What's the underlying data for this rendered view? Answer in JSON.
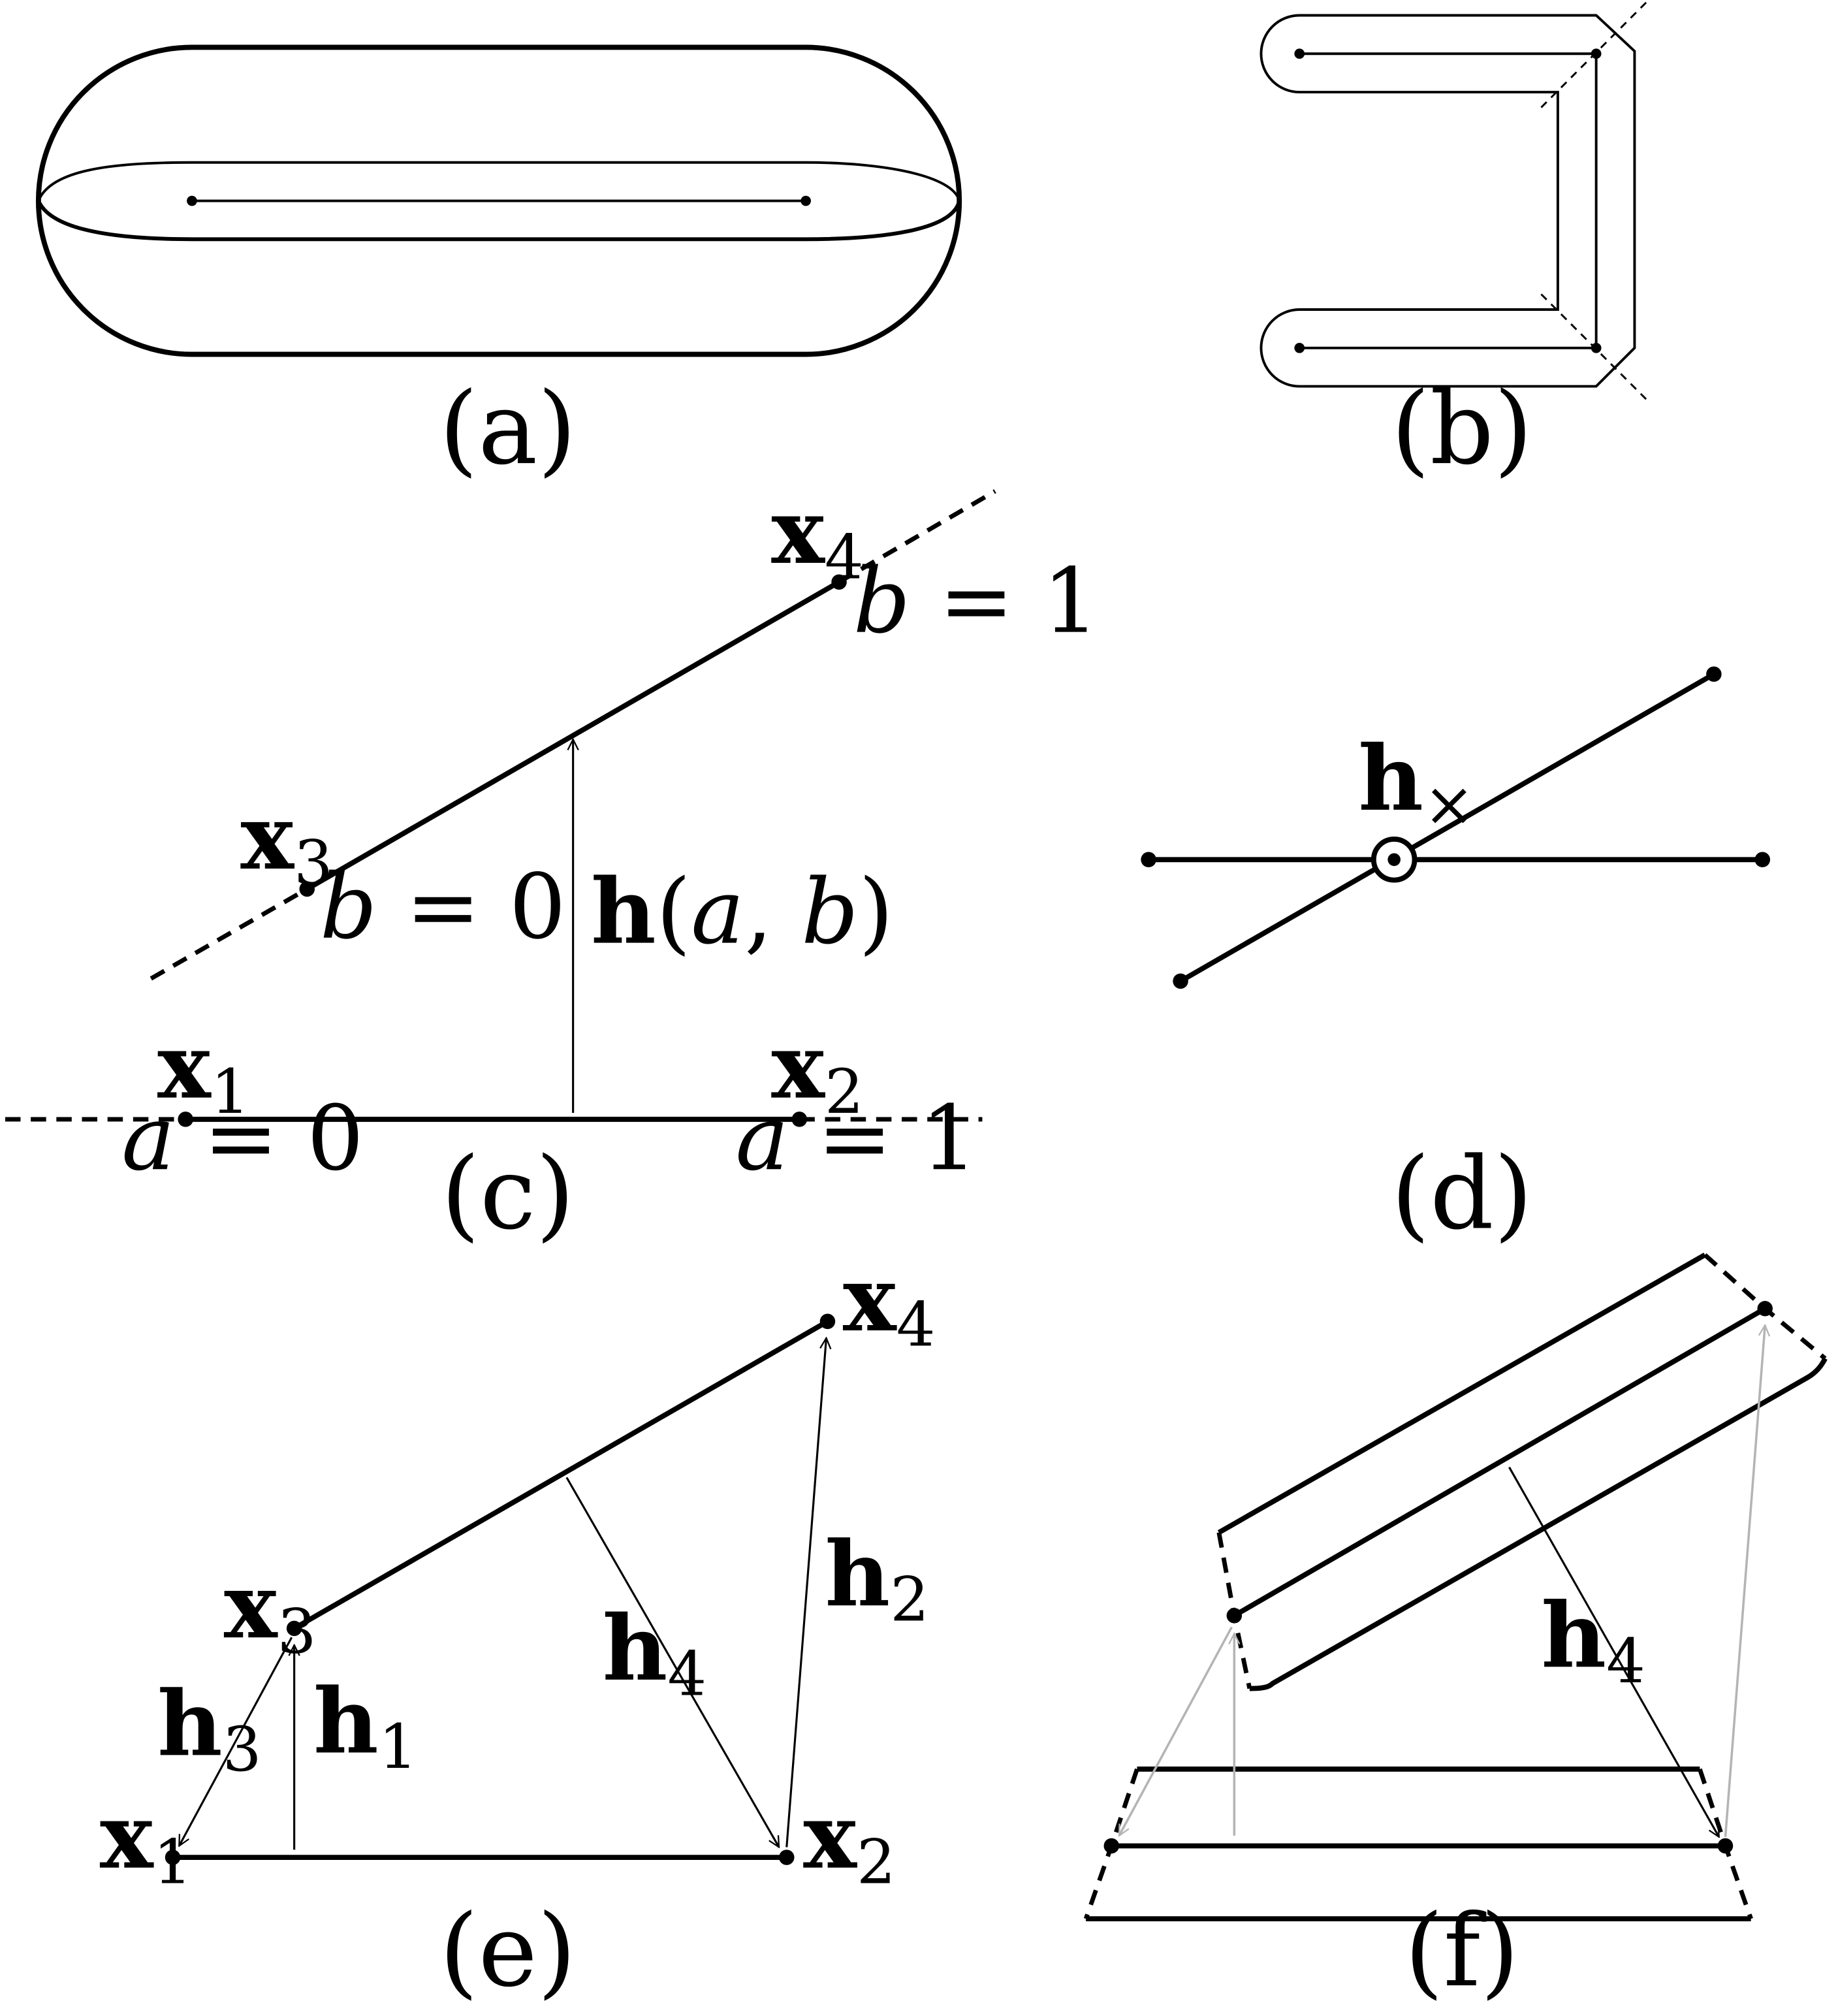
{
  "captions": {
    "a": "(a)",
    "b": "(b)",
    "c": "(c)",
    "d": "(d)",
    "e": "(e)",
    "f": "(f)"
  },
  "panel_c": {
    "x1": {
      "base": "x",
      "sub": "1"
    },
    "x2": {
      "base": "x",
      "sub": "2"
    },
    "x3": {
      "base": "x",
      "sub": "3"
    },
    "x4": {
      "base": "x",
      "sub": "4"
    },
    "a0": {
      "var": "a",
      "rest": " = 0"
    },
    "a1": {
      "var": "a",
      "rest": " = 1"
    },
    "b0": {
      "var": "b",
      "rest": " = 0"
    },
    "b1": {
      "var": "b",
      "rest": " = 1"
    },
    "h": {
      "base": "h",
      "open": "(",
      "a": "a",
      "comma": ", ",
      "b": "b",
      "close": ")"
    }
  },
  "panel_d": {
    "hx": {
      "base": "h",
      "sub": "×"
    }
  },
  "panel_e": {
    "x1": {
      "base": "x",
      "sub": "1"
    },
    "x2": {
      "base": "x",
      "sub": "2"
    },
    "x3": {
      "base": "x",
      "sub": "3"
    },
    "x4": {
      "base": "x",
      "sub": "4"
    },
    "h1": {
      "base": "h",
      "sub": "1"
    },
    "h2": {
      "base": "h",
      "sub": "2"
    },
    "h3": {
      "base": "h",
      "sub": "3"
    },
    "h4": {
      "base": "h",
      "sub": "4"
    }
  },
  "panel_f": {
    "h4": {
      "base": "h",
      "sub": "4"
    }
  },
  "colors": {
    "ink": "#000000",
    "ghost_arrow": "#b4b4b4"
  }
}
